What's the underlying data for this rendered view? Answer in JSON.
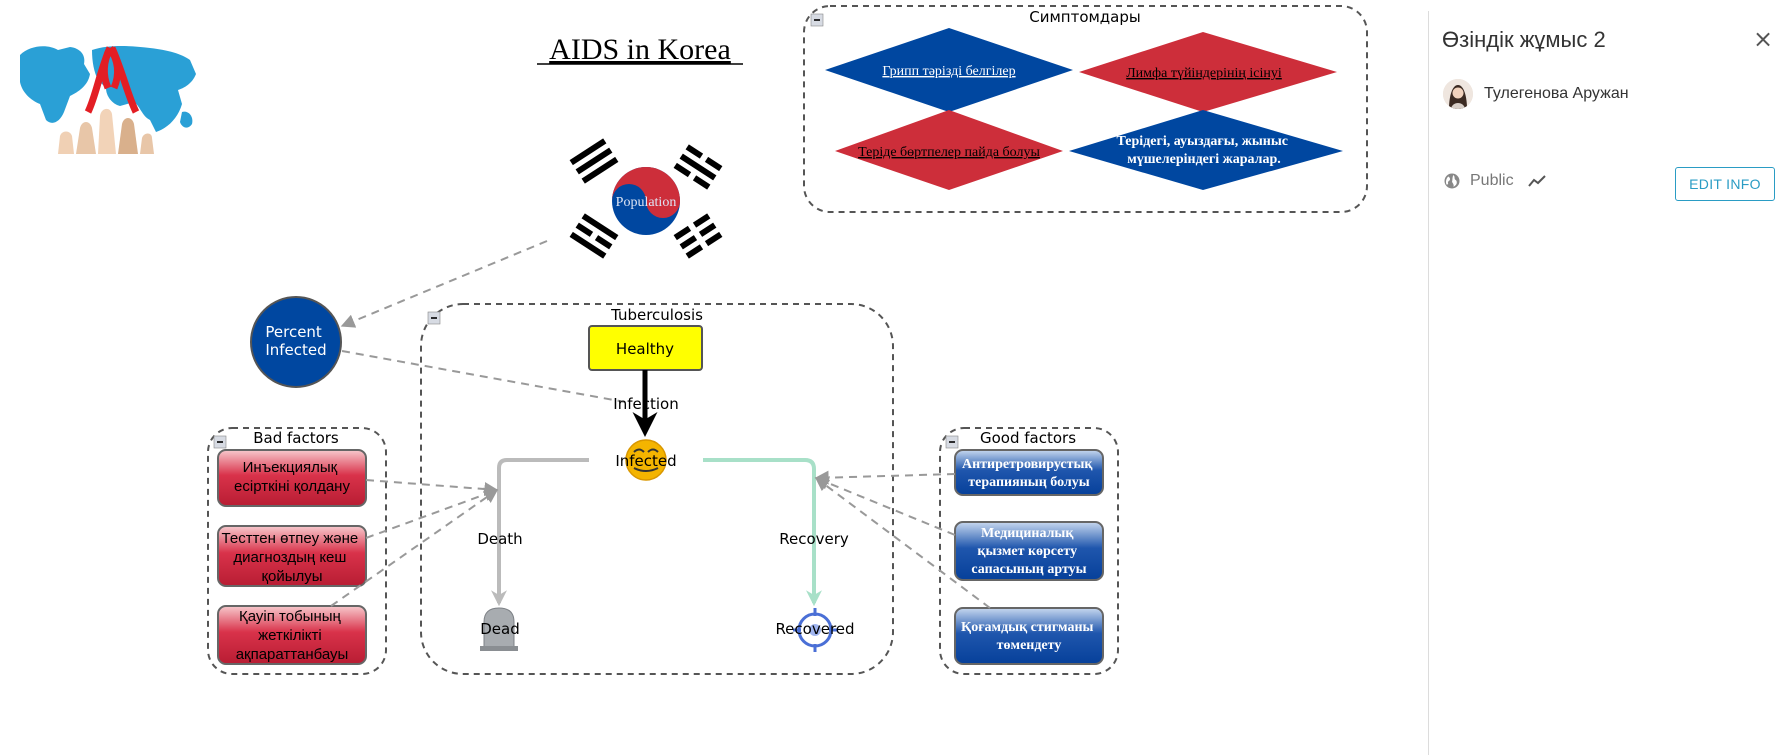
{
  "diagram": {
    "title": "AIDS in Korea",
    "population_label": "Population",
    "percent_infected_label": "Percent Infected",
    "symptoms": {
      "group_title": "Симптомдары",
      "items": [
        "Грипп тәрізді белгілер",
        "Лимфа түйіндерінің ісінуі",
        "Теріде бөртпелер пайда болуы",
        "Терідегі, ауыздағы, жыныс мүшелеріндегі жаралар."
      ]
    },
    "tuberculosis": {
      "group_title": "Tuberculosis",
      "healthy": "Healthy",
      "infection": "Infection",
      "infected": "Infected",
      "death": "Death",
      "recovery": "Recovery",
      "dead": "Dead",
      "recovered": "Recovered"
    },
    "bad_factors": {
      "group_title": "Bad factors",
      "items": [
        "Инъекциялық есірткіні қолдану",
        "Тесттен өтпеу және диагноздың кеш қойылуы",
        "Қауіп тобының жеткілікті ақпараттанбауы"
      ]
    },
    "good_factors": {
      "group_title": "Good factors",
      "items": [
        "Антиретровирустық терапияның болуы",
        "Медициналық қызмет көрсету сапасының артуы",
        "Қоғамдық стигманы төмендету"
      ]
    },
    "collapse_symbol": "–",
    "colors": {
      "korea_red": "#cd2e3a",
      "korea_blue": "#0047a0",
      "healthy_yellow": "#ffff00",
      "recovery_green": "#a8e0c8",
      "arrow_gray": "#999999"
    }
  },
  "panel": {
    "title": "Өзіндік жұмыс 2",
    "close_icon": "×",
    "author": "Тулегенова Аружан",
    "visibility": "Public",
    "edit_label": "EDIT INFO"
  }
}
